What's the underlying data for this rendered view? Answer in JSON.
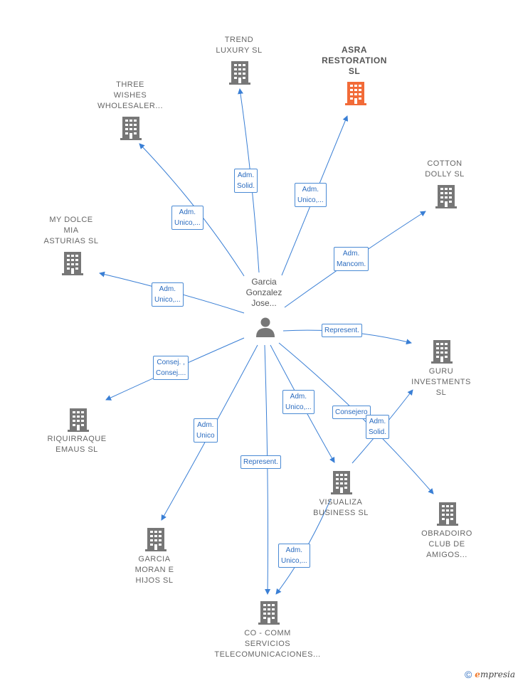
{
  "center": {
    "label": "Garcia\nGonzalez\nJose..."
  },
  "companies": [
    {
      "id": "trend",
      "label": "TREND\nLUXURY  SL",
      "highlight": false
    },
    {
      "id": "asra",
      "label": "ASRA\nRESTORATION\nSL",
      "highlight": true
    },
    {
      "id": "three",
      "label": "THREE\nWISHES\nWHOLESALER...",
      "highlight": false
    },
    {
      "id": "cotton",
      "label": "COTTON\nDOLLY  SL",
      "highlight": false
    },
    {
      "id": "mydolce",
      "label": "MY DOLCE\nMIA\nASTURIAS  SL",
      "highlight": false
    },
    {
      "id": "guru",
      "label": "GURU\nINVESTMENTS\nSL",
      "highlight": false
    },
    {
      "id": "riquirraque",
      "label": "RIQUIRRAQUE\nEMAUS  SL",
      "highlight": false
    },
    {
      "id": "visualiza",
      "label": "VISUALIZA\nBUSINESS  SL",
      "highlight": false
    },
    {
      "id": "obradoiro",
      "label": "OBRADOIRO\nCLUB DE\nAMIGOS...",
      "highlight": false
    },
    {
      "id": "garcia",
      "label": "GARCIA\nMORAN E\nHIJOS  SL",
      "highlight": false
    },
    {
      "id": "cocomm",
      "label": "CO -  COMM\nSERVICIOS\nTELECOMUNICACIONES...",
      "highlight": false
    }
  ],
  "edges": [
    {
      "id": "e-trend",
      "label": "Adm.\nSolid."
    },
    {
      "id": "e-asra",
      "label": "Adm.\nUnico,..."
    },
    {
      "id": "e-three",
      "label": "Adm.\nUnico,..."
    },
    {
      "id": "e-cotton",
      "label": "Adm.\nMancom."
    },
    {
      "id": "e-mydolce",
      "label": "Adm.\nUnico,..."
    },
    {
      "id": "e-guru",
      "label": "Represent."
    },
    {
      "id": "e-riquirraque",
      "label": "Consej. ,\nConsej...."
    },
    {
      "id": "e-visualiza",
      "label": "Adm.\nUnico,..."
    },
    {
      "id": "e-obradoiro",
      "label": "Consejero"
    },
    {
      "id": "e-vis-guru",
      "label": "Adm.\nSolid."
    },
    {
      "id": "e-garcia",
      "label": "Adm.\nUnico"
    },
    {
      "id": "e-cocomm",
      "label": "Represent."
    },
    {
      "id": "e-vis-cocomm",
      "label": "Adm.\nUnico,..."
    }
  ],
  "colors": {
    "edge": "#3a7fd5",
    "building": "#777777",
    "highlight": "#f26b38"
  },
  "footer": {
    "copyright": "©",
    "brand_initial": "e",
    "brand_rest": "mpresia"
  }
}
